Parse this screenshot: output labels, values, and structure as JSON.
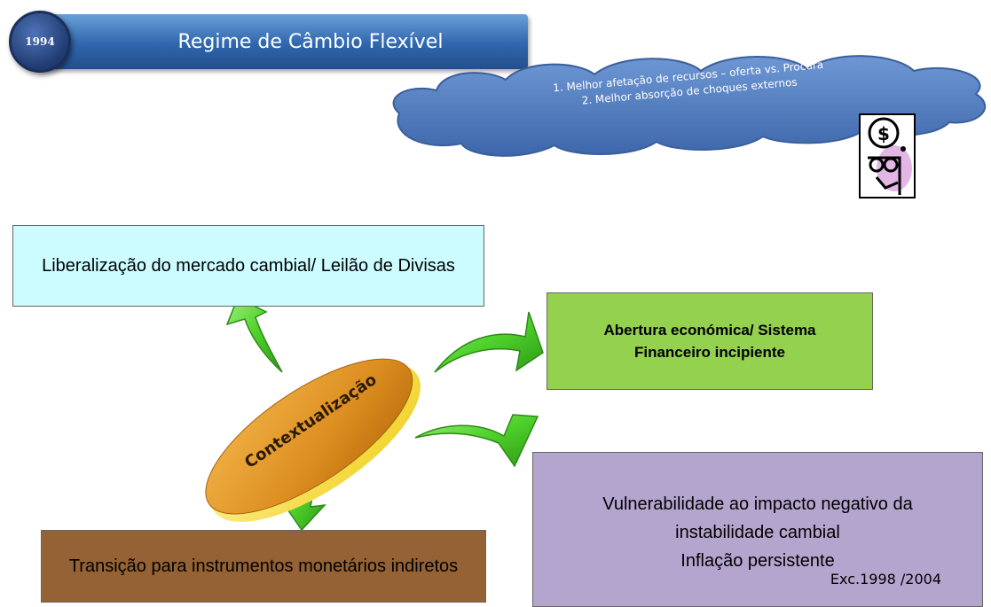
{
  "header": {
    "year": "1994",
    "title": "Regime de Câmbio Flexível"
  },
  "cloud": {
    "line1": "1. Melhor afetação de recursos – oferta vs. Procura",
    "line2": "2. Melhor absorção de choques externos"
  },
  "center": {
    "label": "Contextualização"
  },
  "boxes": {
    "liberalizacao": "Liberalização do mercado cambial/ Leilão de Divisas",
    "abertura": "Abertura económica/ Sistema Financeiro  incipiente",
    "vulnerabilidade": {
      "line1": "Vulnerabilidade ao impacto negativo da",
      "line2": "instabilidade cambial",
      "line3": "Inflação persistente",
      "note": "Exc.1998 /2004"
    },
    "transicao": "Transição para instrumentos monetários indiretos"
  },
  "colors": {
    "header_blue": "#2f66ad",
    "cloud_blue": "#4f7dc0",
    "liberalizacao_bg": "#ccfcff",
    "abertura_bg": "#93d14f",
    "vulnerabilidade_bg": "#b4a5cf",
    "transicao_bg": "#946234",
    "disc_orange": "#e39a2a",
    "arrow_green": "#4fd12b"
  },
  "icons": {
    "clipart": "money-thinking-person-icon",
    "arrows": "curved-arrow-icon"
  }
}
